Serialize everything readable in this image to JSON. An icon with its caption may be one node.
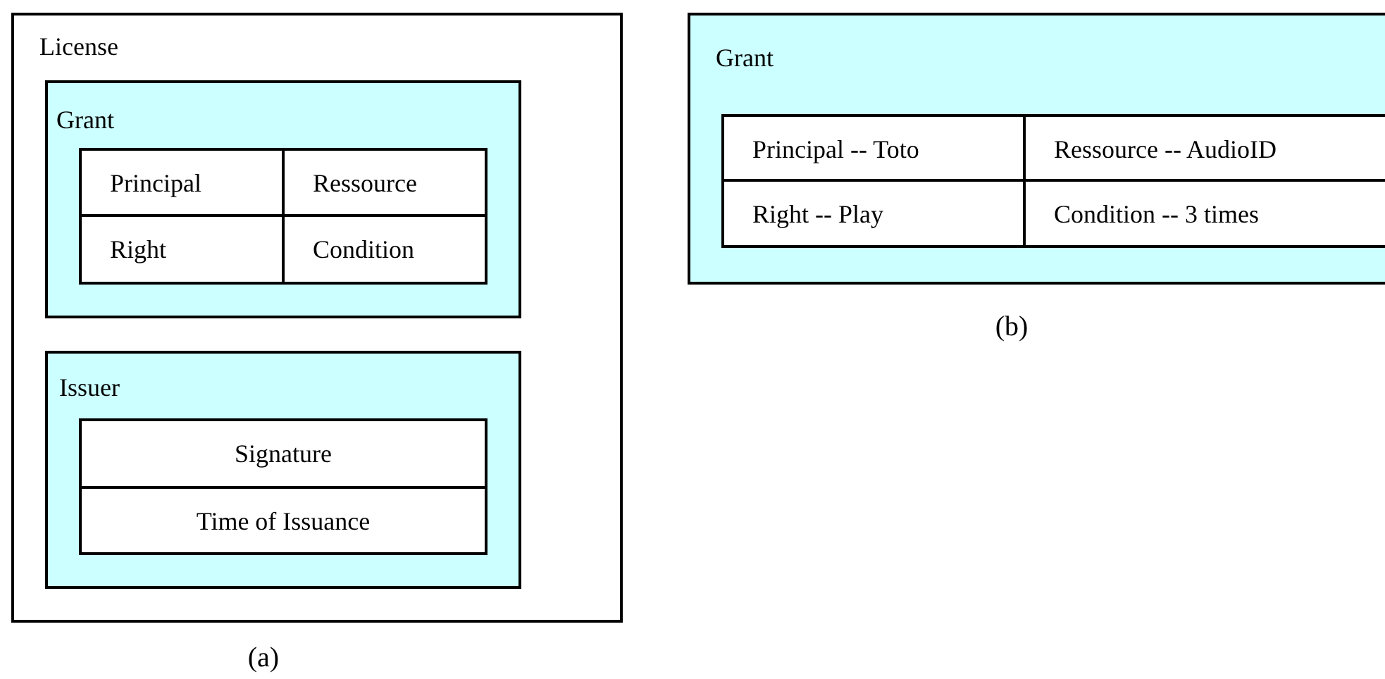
{
  "diagram": {
    "nodes": [
      {
        "text": [
          "License"
        ]
      },
      {
        "text": [
          "Grant"
        ],
        "in": 0
      },
      {
        "text": [
          "Principal"
        ],
        "in": 1
      },
      {
        "text": [
          "Ressource"
        ],
        "in": 1
      },
      {
        "text": [
          "Right"
        ],
        "in": 1
      },
      {
        "text": [
          "Condition"
        ],
        "in": 1
      },
      {
        "text": [
          "Issuer"
        ],
        "in": 0
      },
      {
        "text": [
          "Signature"
        ],
        "in": 6
      },
      {
        "text": [
          "Time of Issuance"
        ],
        "in": 6
      },
      {
        "text": [
          "Grant"
        ]
      },
      {
        "text": [
          "Principal -- Toto"
        ],
        "in": 9
      },
      {
        "text": [
          "Ressource -- AudioID"
        ],
        "in": 9
      },
      {
        "text": [
          "Right -- Play"
        ],
        "in": 9
      },
      {
        "text": [
          "Condition -- 3 times"
        ],
        "in": 9
      }
    ],
    "labels": [
      "(a)",
      "(b)"
    ]
  }
}
